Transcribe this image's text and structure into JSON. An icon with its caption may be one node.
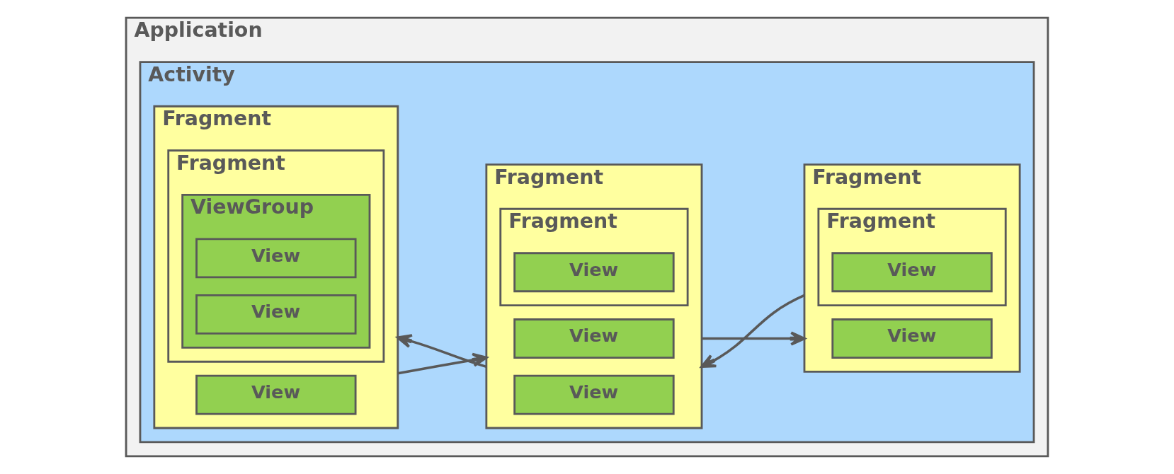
{
  "diagram": {
    "nodes": [
      {
        "text": [
          "Application"
        ]
      },
      {
        "text": [
          "Activity"
        ],
        "in": 0
      },
      {
        "text": [
          "Fragment"
        ],
        "in": 1
      },
      {
        "text": [
          "View"
        ],
        "in": 2
      },
      {
        "text": [
          "Fragment"
        ],
        "in": 2
      },
      {
        "text": [
          "ViewGroup"
        ],
        "in": 4
      },
      {
        "text": [
          "View"
        ],
        "in": 5
      },
      {
        "text": [
          "View"
        ],
        "in": 5
      },
      {
        "text": [
          "Fragment"
        ],
        "in": 1
      },
      {
        "text": [
          "View"
        ],
        "in": 8
      },
      {
        "text": [
          "Fragment"
        ],
        "in": 8
      },
      {
        "text": [
          "View"
        ],
        "in": 10
      },
      {
        "text": [
          "View"
        ],
        "in": 8
      },
      {
        "text": [
          "Fragment"
        ],
        "in": 1
      },
      {
        "text": [
          "View"
        ],
        "in": 13
      },
      {
        "text": [
          "Fragment"
        ],
        "in": 13
      },
      {
        "text": [
          "View"
        ],
        "in": 15
      }
    ],
    "edges": [
      {
        "from": 2,
        "to": 8,
        "arrow": "to"
      },
      {
        "from": 8,
        "to": 13,
        "arrow": "to"
      },
      {
        "from": 8,
        "to": 2,
        "arrow": "to"
      },
      {
        "from": 13,
        "to": 8,
        "arrow": "to"
      }
    ]
  }
}
